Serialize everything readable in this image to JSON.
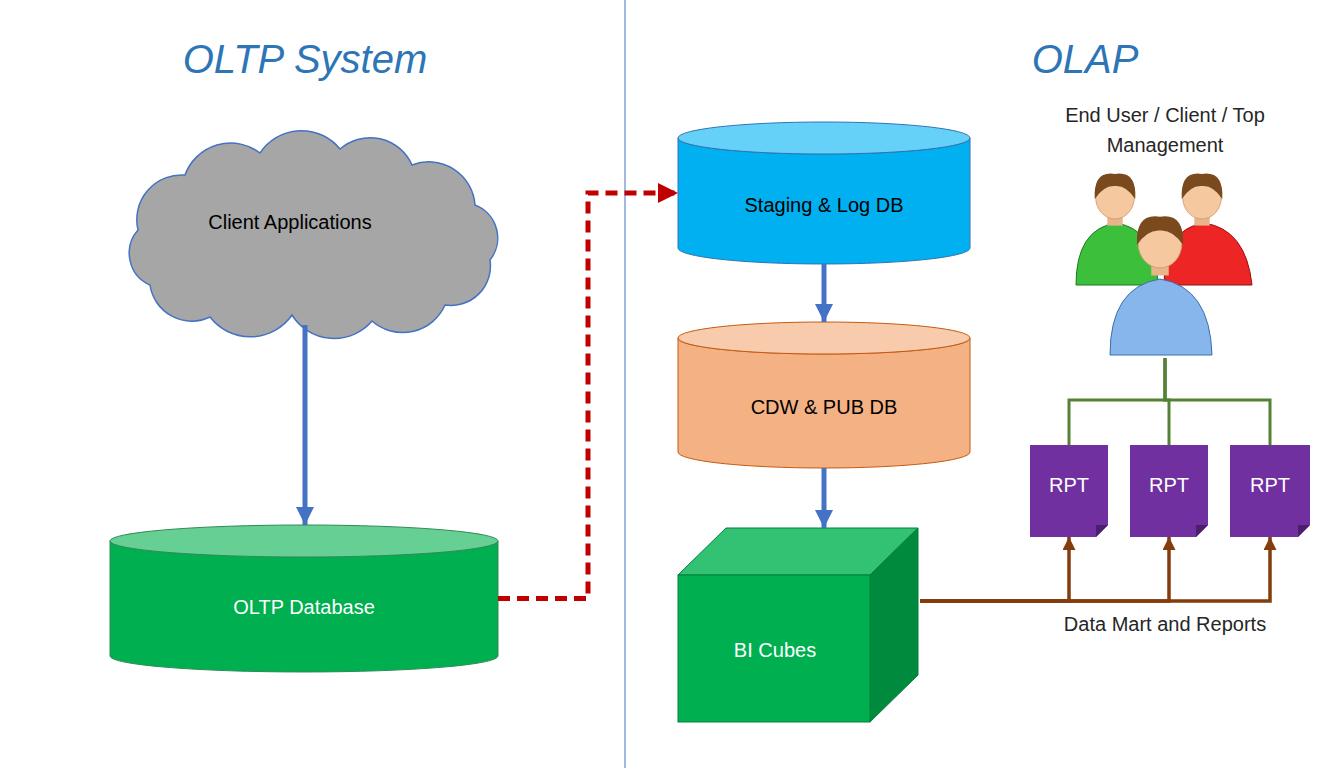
{
  "diagram": {
    "nodes": [
      {
        "text": [
          "Client Applications"
        ]
      },
      {
        "text": [
          "OLTP Database"
        ]
      },
      {
        "text": [
          "Staging & Log DB"
        ]
      },
      {
        "text": [
          "CDW & PUB DB"
        ]
      },
      {
        "text": [
          "BI Cubes"
        ]
      },
      {
        "text": [
          "RPT"
        ]
      },
      {
        "text": [
          "RPT"
        ]
      },
      {
        "text": [
          "RPT"
        ]
      },
      {
        "text": [
          "End User / Client / Top Management"
        ]
      }
    ],
    "edges": [
      {
        "from": 0,
        "to": 1,
        "arrow": "to"
      },
      {
        "from": 1,
        "to": 2,
        "arrow": "to"
      },
      {
        "from": 2,
        "to": 3,
        "arrow": "to"
      },
      {
        "from": 3,
        "to": 4,
        "arrow": "to"
      },
      {
        "from": 4,
        "to": 5,
        "arrow": "to"
      },
      {
        "from": 4,
        "to": 6,
        "arrow": "to"
      },
      {
        "from": 4,
        "to": 7,
        "arrow": "to"
      },
      {
        "from": 5,
        "to": 8,
        "arrow": "none"
      },
      {
        "from": 6,
        "to": 8,
        "arrow": "none"
      },
      {
        "from": 7,
        "to": 8,
        "arrow": "none"
      }
    ],
    "labels": [
      "OLTP System",
      "OLAP",
      "Data Mart and Reports"
    ]
  }
}
